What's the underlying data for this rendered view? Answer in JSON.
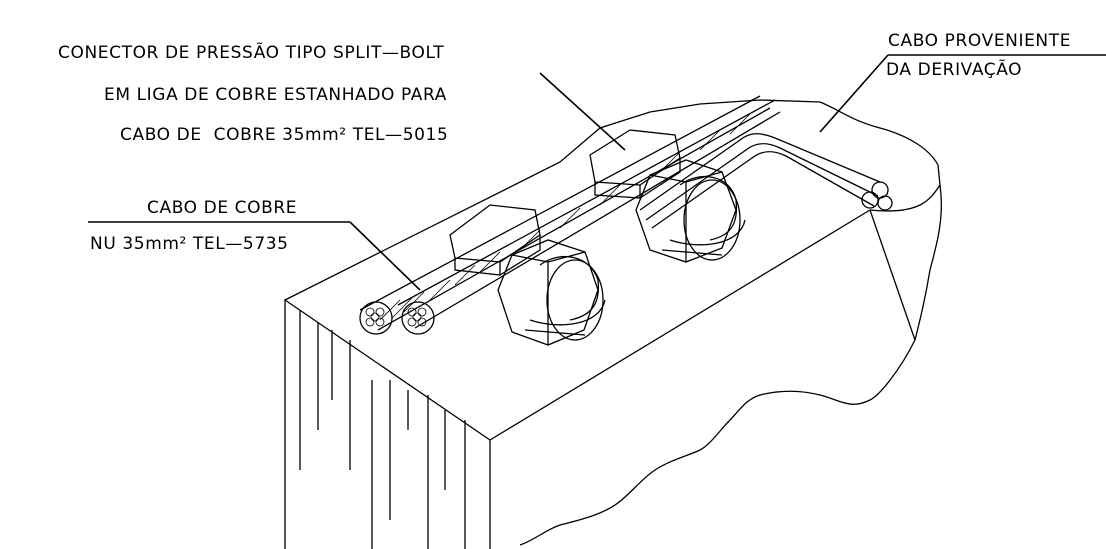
{
  "labels": {
    "connector": {
      "line1": "CONECTOR DE PRESSÃO TIPO SPLIT—BOLT",
      "line2": "EM LIGA DE COBRE ESTANHADO PARA",
      "line3": "CABO DE  COBRE 35mm² TEL—5015"
    },
    "branch_cable": {
      "line1": "CABO PROVENIENTE",
      "line2": "DA DERIVAÇÃO"
    },
    "bare_cable": {
      "line1": "CABO DE COBRE",
      "line2": "NU 35mm² TEL—5735"
    }
  }
}
